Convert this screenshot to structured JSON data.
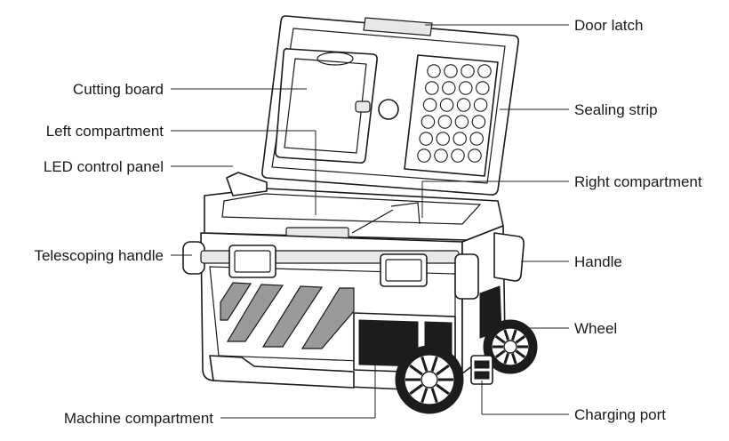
{
  "diagram": {
    "callouts": [
      {
        "id": "door-latch",
        "label": "Door latch",
        "side": "right"
      },
      {
        "id": "sealing-strip",
        "label": "Sealing strip",
        "side": "right"
      },
      {
        "id": "right-compartment",
        "label": "Right compartment",
        "side": "right"
      },
      {
        "id": "handle",
        "label": "Handle",
        "side": "right"
      },
      {
        "id": "wheel",
        "label": "Wheel",
        "side": "right"
      },
      {
        "id": "charging-port",
        "label": "Charging port",
        "side": "right"
      },
      {
        "id": "cutting-board",
        "label": "Cutting board",
        "side": "left"
      },
      {
        "id": "left-compartment",
        "label": "Left compartment",
        "side": "left"
      },
      {
        "id": "led-control-panel",
        "label": "LED control panel",
        "side": "left"
      },
      {
        "id": "telescoping-handle",
        "label": "Telescoping handle",
        "side": "left"
      },
      {
        "id": "machine-compartment",
        "label": "Machine compartment",
        "side": "bottom"
      }
    ]
  },
  "colors": {
    "outline": "#1a1a1a",
    "panel_dark": "#1c1c1c",
    "panel_grey": "#9a9a9a",
    "background": "#ffffff"
  }
}
